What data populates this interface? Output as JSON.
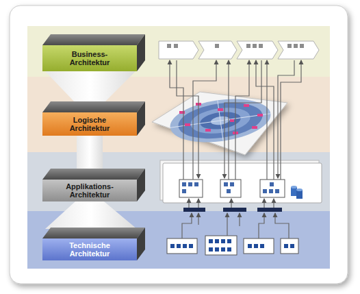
{
  "diagram": {
    "nodes": [
      {
        "text": [
          "Business- Architektur"
        ]
      },
      {
        "text": [
          "Logische Architektur"
        ]
      },
      {
        "text": [
          "Applikations- Architektur"
        ]
      },
      {
        "text": [
          "Technische Architektur"
        ]
      }
    ]
  }
}
